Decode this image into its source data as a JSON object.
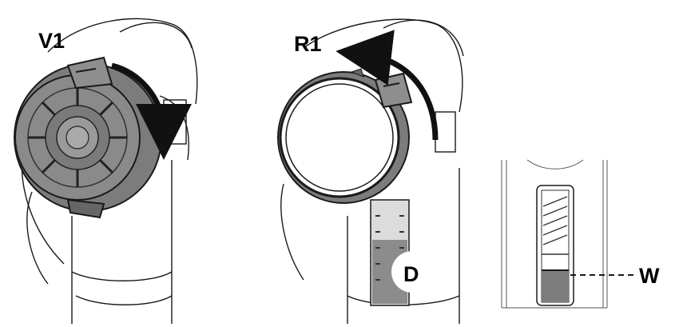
{
  "labels": {
    "v1": "V1",
    "r1": "R1",
    "d": "D",
    "w": "W"
  },
  "colors": {
    "body_gray": "#7c7c7c",
    "dark_gray": "#555555",
    "light_gray": "#b8b8b8",
    "outline": "#1a1a1a"
  }
}
